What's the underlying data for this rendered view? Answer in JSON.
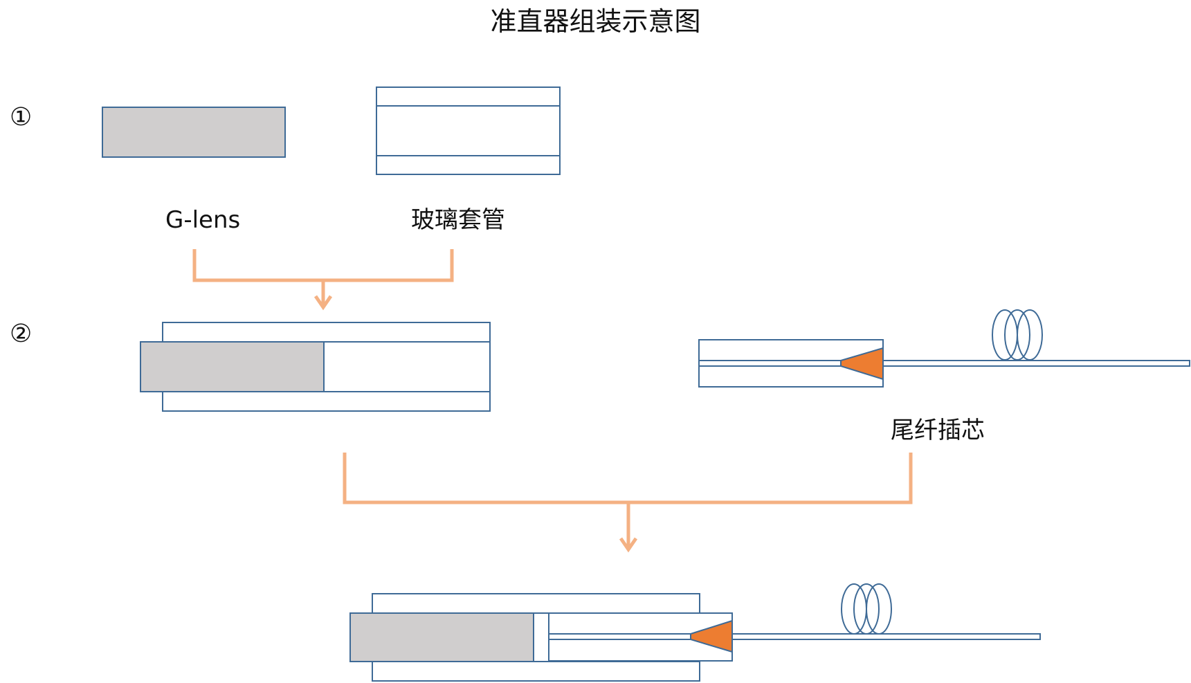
{
  "title": "准直器组装示意图",
  "steps": [
    "①",
    "②"
  ],
  "labels": {
    "g_lens": "G-lens",
    "glass_tube": "玻璃套管",
    "pigtail_ferrule": "尾纤插芯"
  },
  "colors": {
    "outline": "#3e6a96",
    "lens_fill": "#d0cece",
    "arrow": "#f4b183",
    "cone": "#ed7d31"
  }
}
